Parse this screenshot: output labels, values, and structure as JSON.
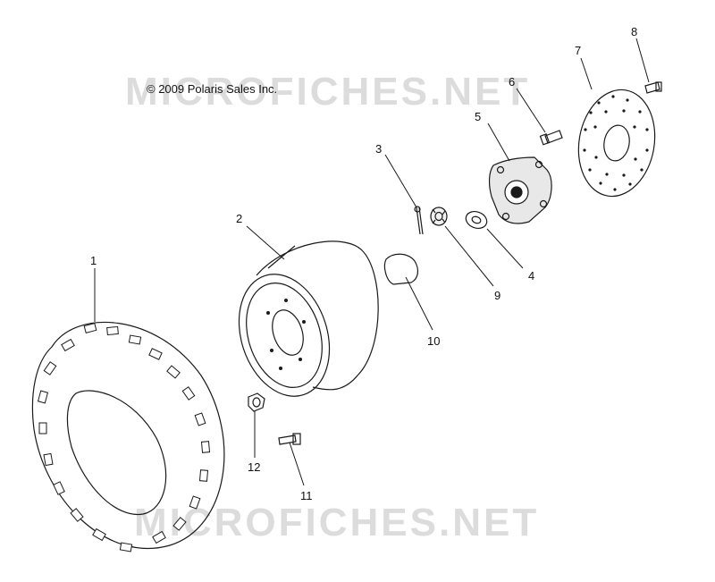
{
  "copyright": "© 2009 Polaris Sales Inc.",
  "watermark": "MICROFICHES.NET",
  "colors": {
    "line": "#1a1a1a",
    "watermark": "#dcdcdc",
    "background": "#ffffff"
  },
  "callouts": [
    "1",
    "2",
    "3",
    "4",
    "5",
    "6",
    "7",
    "8",
    "9",
    "10",
    "11",
    "12"
  ]
}
